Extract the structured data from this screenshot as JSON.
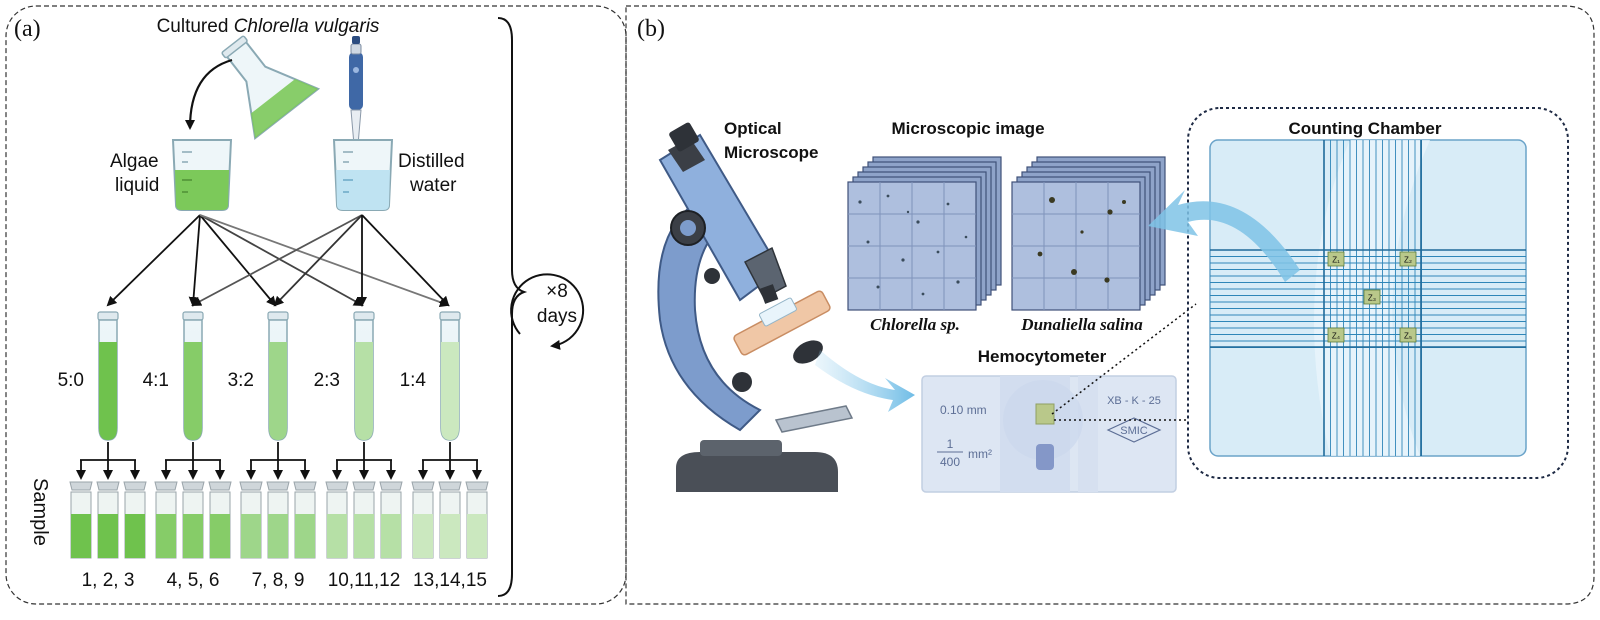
{
  "panel_a": {
    "label": "(a)",
    "title_prefix": "Cultured ",
    "title_species": "Chlorella vulgaris",
    "algae_label_line1": "Algae",
    "algae_label_line2": "liquid",
    "water_label_line1": "Distilled",
    "water_label_line2": "water",
    "ratios": [
      "5:0",
      "4:1",
      "3:2",
      "2:3",
      "1:4"
    ],
    "sample_groups": [
      "1,  2,  3",
      "4,  5,  6",
      "7,  8,  9",
      "10,11,12",
      "13,14,15"
    ],
    "sample_axis_label": "Sample",
    "repeat_line1": "×8",
    "repeat_line2": "days",
    "colors": {
      "algae_green": "#7cc95a",
      "water_blue": "#bfe3f2",
      "tube_glass": "#e4f1f7"
    }
  },
  "panel_b": {
    "label": "(b)",
    "microscope_label_line1": "Optical",
    "microscope_label_line2": "Microscope",
    "micro_image_title": "Microscopic image",
    "species_1": "Chlorella sp.",
    "species_2": "Dunaliella salina",
    "hemocytometer_title": "Hemocytometer",
    "hemo_depth": "0.10 mm",
    "hemo_area_num": "1",
    "hemo_area_den": "400",
    "hemo_area_unit": "mm²",
    "hemo_model": "XB - K - 25",
    "hemo_brand": "SMIC",
    "chamber_title": "Counting Chamber",
    "chamber_squares": [
      "Z₁",
      "Z₂",
      "Z₃",
      "Z₄",
      "Z₅"
    ],
    "colors": {
      "microscope_blue": "#7d9ccc",
      "chamber_bg": "#d8ecf7",
      "chamber_line": "#2f86b8"
    }
  }
}
